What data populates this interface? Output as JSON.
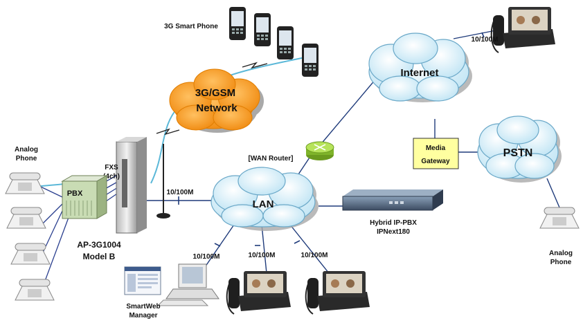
{
  "labels": {
    "smart_phone": "3G Smart Phone",
    "gsm_line1": "3G/GSM",
    "gsm_line2": "Network",
    "internet": "Internet",
    "lan": "LAN",
    "pstn": "PSTN",
    "media_gateway_line1": "Media",
    "media_gateway_line2": "Gateway",
    "wan_router": "[WAN Router]",
    "analog_phone_left_line1": "Analog",
    "analog_phone_left_line2": "Phone",
    "analog_phone_right_line1": "Analog",
    "analog_phone_right_line2": "Phone",
    "pbx": "PBX",
    "fxs_line1": "FXS",
    "fxs_line2": "(4ch)",
    "gateway_model_line1": "AP-3G1004",
    "gateway_model_line2": "Model B",
    "ippbx_line1": "Hybrid IP-PBX",
    "ippbx_line2": "IPNext180",
    "web_manager_line1": "SmartWeb",
    "web_manager_line2": "Manager",
    "speed_internet": "10/100M",
    "speed_gateway": "10/100M",
    "speed_pc": "10/100M",
    "speed_phone1": "10/100M",
    "speed_phone2": "10/100M"
  },
  "colors": {
    "gsm_cloud": "#f7941d",
    "net_cloud": "#dff3fb",
    "net_cloud_stroke": "#6aa8c8",
    "media_gateway_box": "#ffffa0",
    "pbx_box": "#c9dcb4",
    "router": "#b6e35a",
    "wireless_link": "#5bb8d8",
    "wire": "#2a3f8f"
  }
}
